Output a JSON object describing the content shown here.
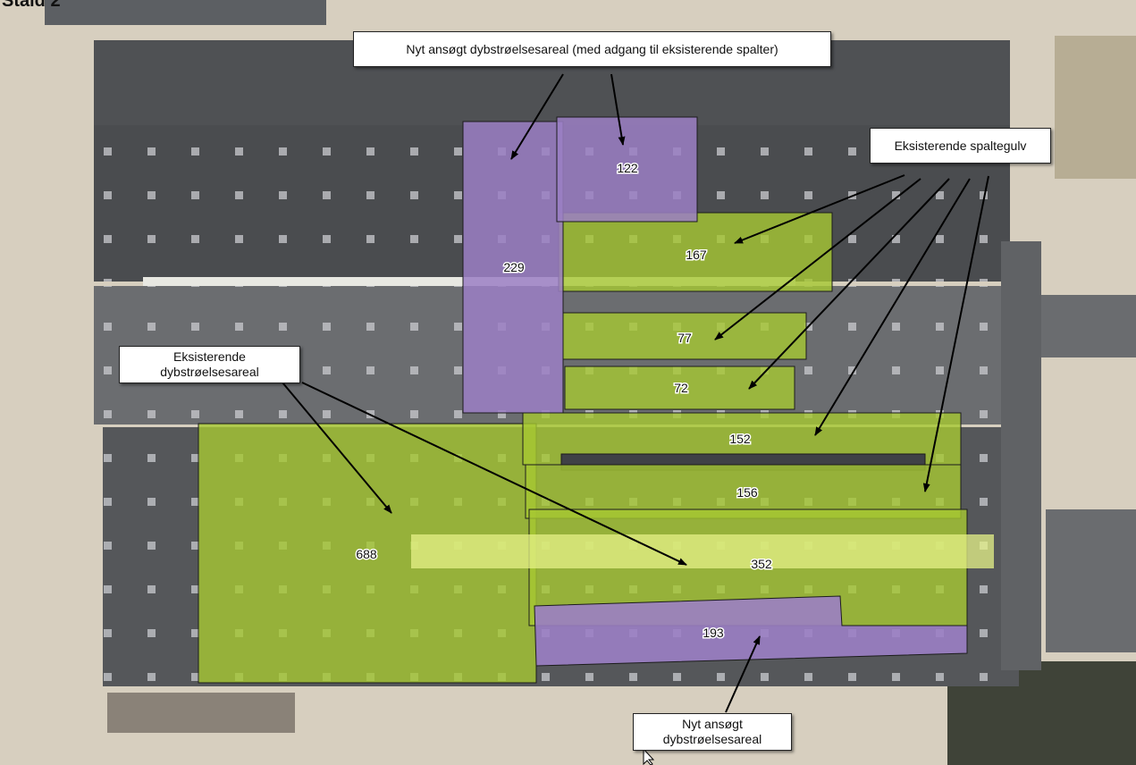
{
  "page": {
    "title": "Stald 2"
  },
  "callouts": {
    "new_area_access": "Nyt ansøgt dybstrøelsesareal (med adgang til eksisterende spalter)",
    "existing_slatted": "Eksisterende spaltegulv",
    "existing_deep_line1": "Eksisterende",
    "existing_deep_line2": "dybstrøelsesareal",
    "new_area_line1": "Nyt ansøgt",
    "new_area_line2": "dybstrøelsesareal"
  },
  "areas": {
    "a229": "229",
    "a122": "122",
    "a167": "167",
    "a77": "77",
    "a72": "72",
    "a152": "152",
    "a156": "156",
    "a352": "352",
    "a688": "688",
    "a193": "193"
  },
  "colors": {
    "new_area_fill": "#9b7fc4",
    "existing_area_fill": "#a6c832",
    "roof_dark": "#4a4c4f",
    "roof_mid": "#6d6f72",
    "ground": "#d9d2c2"
  }
}
